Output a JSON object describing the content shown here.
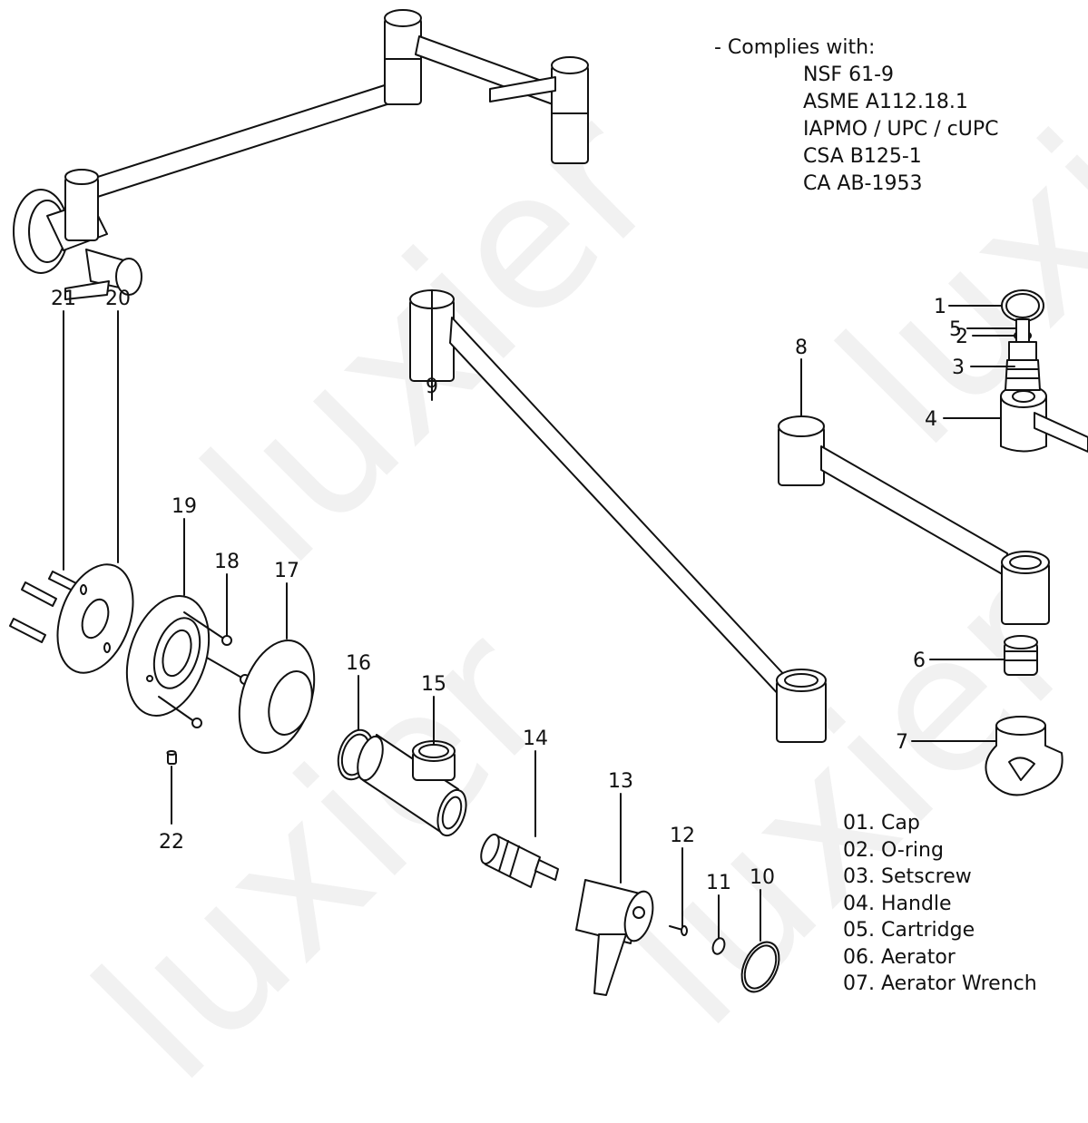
{
  "watermark": "luxier",
  "compliance": {
    "heading": "- Complies with:",
    "standards": [
      "NSF 61-9",
      "ASME A112.18.1",
      "IAPMO / UPC / cUPC",
      "CSA B125-1",
      "CA AB-1953"
    ]
  },
  "legend": [
    "01. Cap",
    "02. O-ring",
    "03. Setscrew",
    "04. Handle",
    "05. Cartridge",
    "06. Aerator",
    "07. Aerator Wrench"
  ],
  "callouts": [
    "1",
    "2",
    "3",
    "4",
    "5",
    "6",
    "7",
    "8",
    "9",
    "10",
    "11",
    "12",
    "13",
    "14",
    "15",
    "16",
    "17",
    "18",
    "19",
    "20",
    "21",
    "22"
  ]
}
